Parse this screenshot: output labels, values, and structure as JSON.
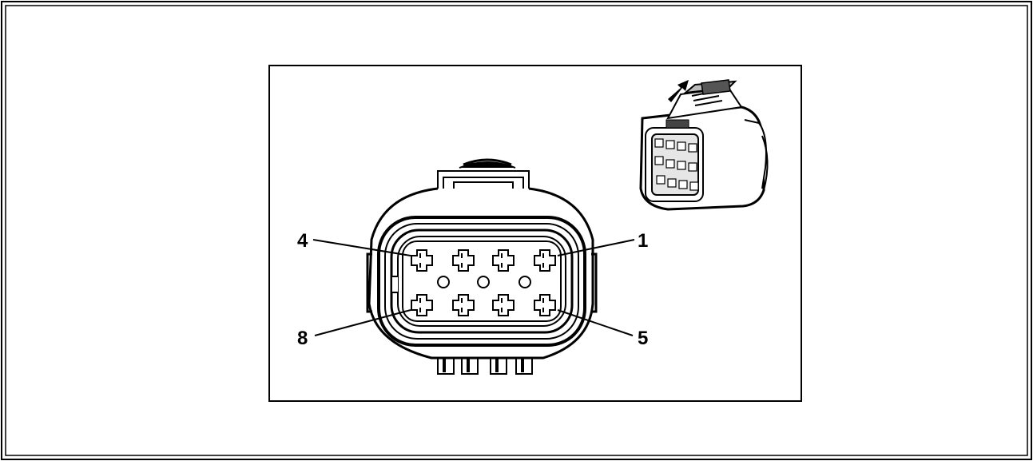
{
  "diagram": {
    "pin_labels": {
      "top_left": "4",
      "top_right": "1",
      "bottom_left": "8",
      "bottom_right": "5"
    },
    "pin_count": 8,
    "icons": {
      "connector_face": "connector-face-icon",
      "connector_3d": "connector-3d-view-icon",
      "direction_arrow": "direction-arrow-icon"
    },
    "colors": {
      "line": "#000000",
      "background": "#ffffff"
    }
  }
}
